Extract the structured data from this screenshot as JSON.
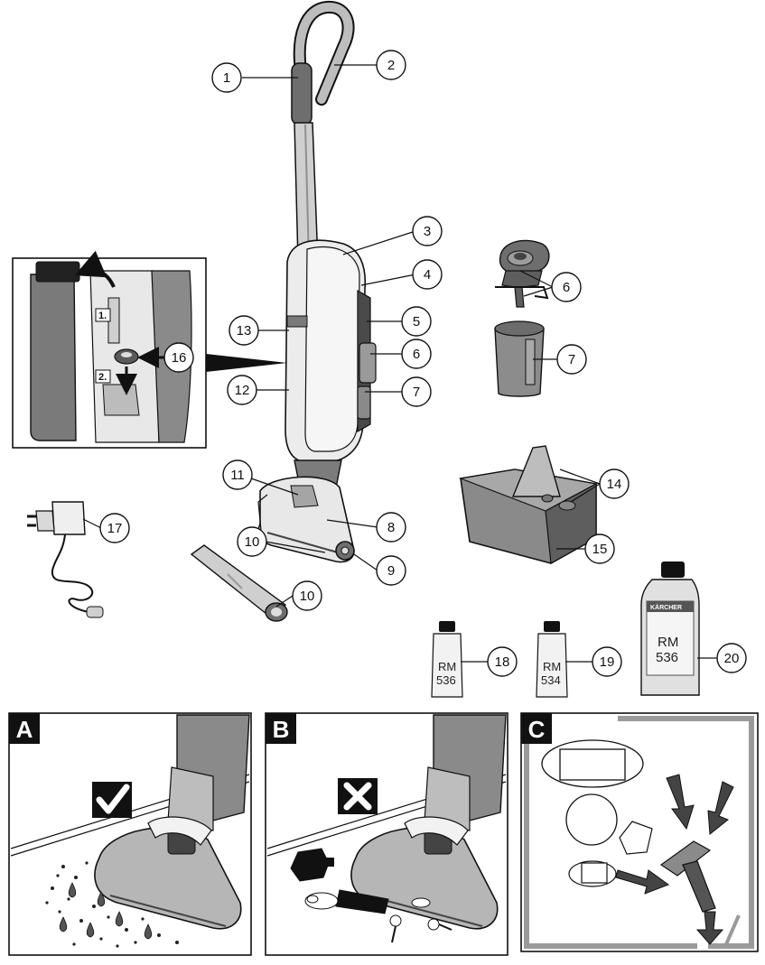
{
  "callouts": [
    "1",
    "2",
    "3",
    "4",
    "5",
    "6",
    "7",
    "8",
    "9",
    "10",
    "11",
    "12",
    "13",
    "14",
    "15",
    "16",
    "17",
    "18",
    "19",
    "20"
  ],
  "inset": {
    "step1": "1.",
    "step2": "2."
  },
  "bottles": {
    "b18": {
      "line1": "RM",
      "line2": "536"
    },
    "b19": {
      "line1": "RM",
      "line2": "534"
    },
    "b20": {
      "line1": "RM",
      "line2": "536",
      "brand": "KÄRCHER"
    }
  },
  "panels": {
    "a": "A",
    "b": "B",
    "c": "C"
  },
  "symbols": {
    "ok": "check-mark",
    "not_ok": "cross-mark"
  },
  "colors": {
    "line": "#111111",
    "body_light": "#e4e4e4",
    "body_mid": "#b9b9b9",
    "body_dark": "#6e6e6e",
    "accent_dark": "#555555"
  }
}
